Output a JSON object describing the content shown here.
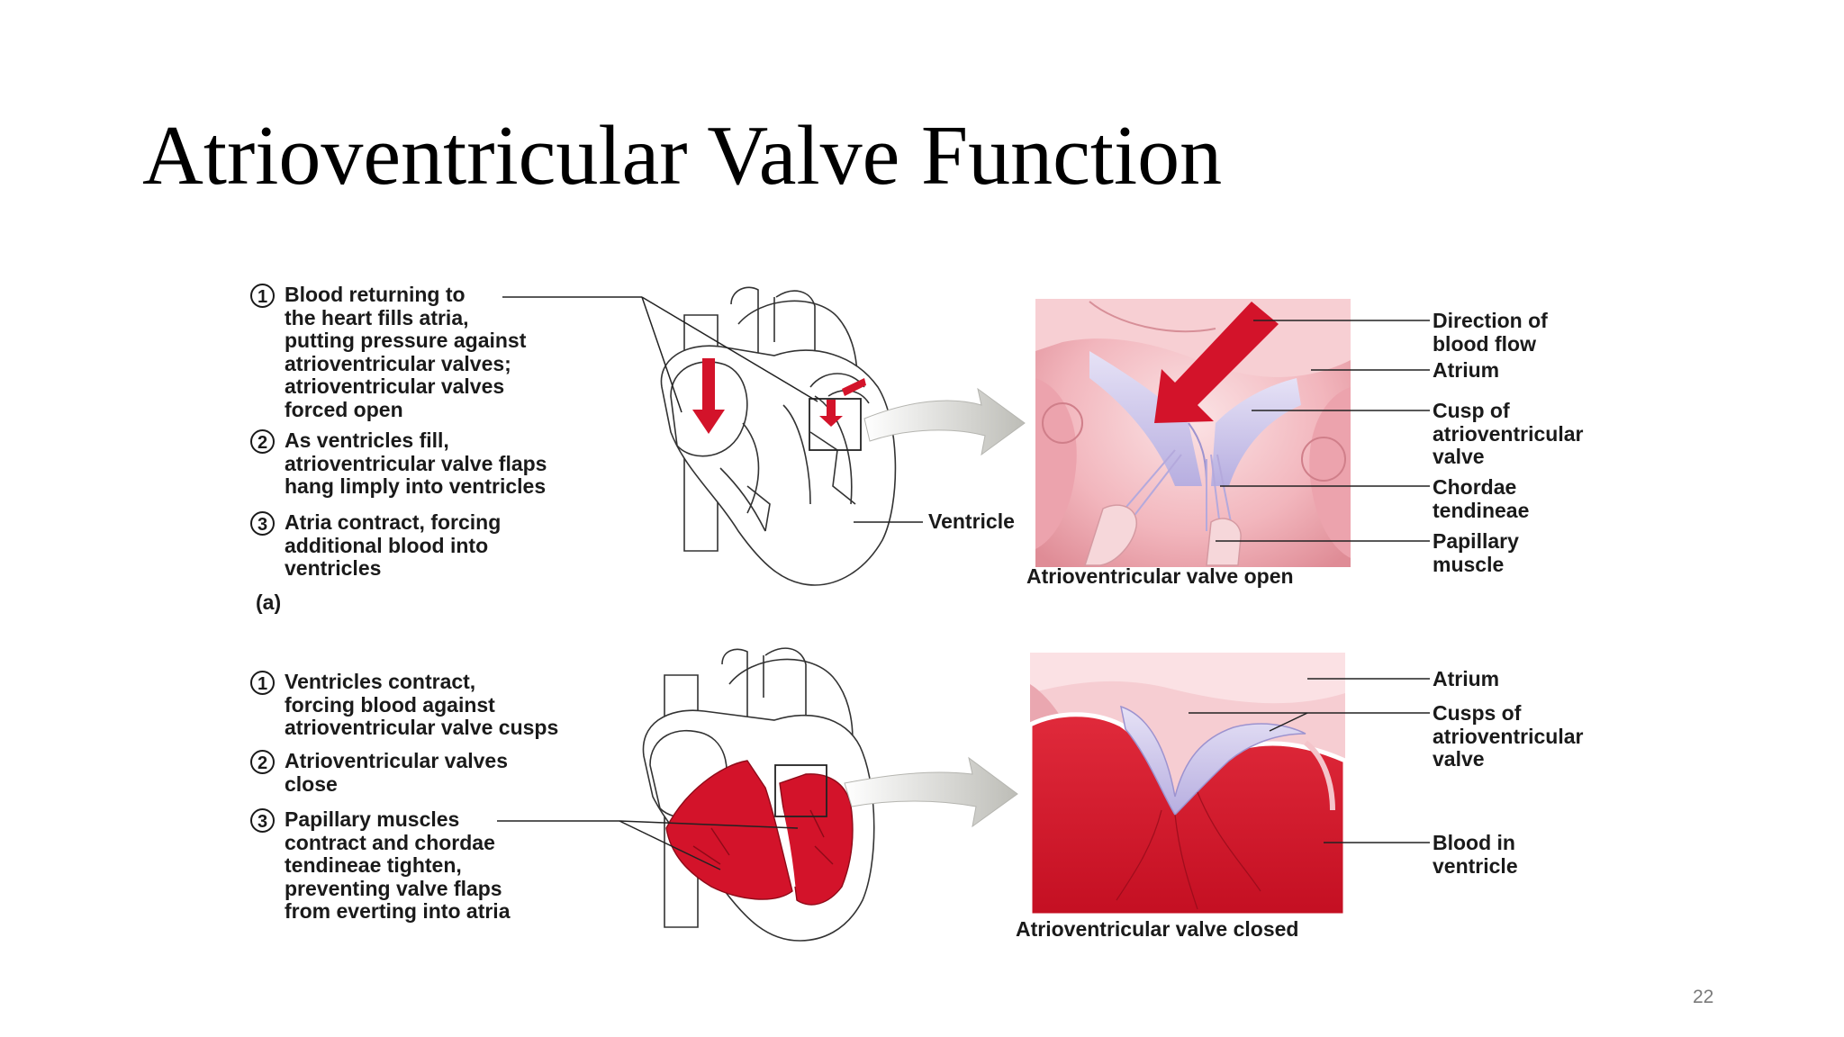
{
  "slide": {
    "title": "Atrioventricular Valve Function",
    "page_number": "22"
  },
  "panel_a": {
    "steps": [
      {
        "num": "1",
        "text": "Blood returning to\nthe heart fills atria,\nputting pressure against\natrioventricular valves;\natrioventricular valves\nforced open"
      },
      {
        "num": "2",
        "text": "As ventricles fill,\natrioventricular valve flaps\nhang limply into ventricles"
      },
      {
        "num": "3",
        "text": "Atria contract, forcing\nadditional blood into\nventricles"
      }
    ],
    "panel_label": "(a)",
    "heart_label": "Ventricle",
    "closeup_caption": "Atrioventricular valve open",
    "closeup_labels": {
      "direction": "Direction of\nblood flow",
      "atrium": "Atrium",
      "cusp": "Cusp of\natrioventricular\nvalve",
      "chordae": "Chordae\ntendineae",
      "papillary": "Papillary\nmuscle"
    }
  },
  "panel_b": {
    "steps": [
      {
        "num": "1",
        "text": "Ventricles contract,\nforcing blood against\natrioventricular valve cusps"
      },
      {
        "num": "2",
        "text": "Atrioventricular valves\nclose"
      },
      {
        "num": "3",
        "text": "Papillary muscles\ncontract and chordae\ntendineae tighten,\npreventing valve  flaps\nfrom everting into atria"
      }
    ],
    "closeup_caption": "Atrioventricular valve closed",
    "closeup_labels": {
      "atrium": "Atrium",
      "cusps": "Cusps of\natrioventricular\nvalve",
      "blood": "Blood in\nventricle"
    }
  },
  "colors": {
    "blood_red": "#d3132a",
    "tissue_pink": "#f2b6bd",
    "valve_lavender": "#c9c3ea",
    "arrow_gray": "#cfcfca"
  }
}
